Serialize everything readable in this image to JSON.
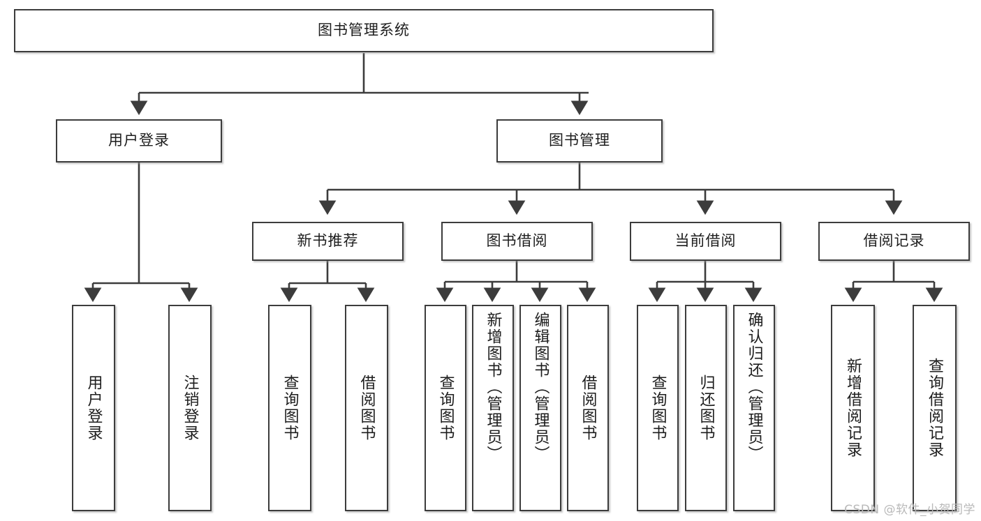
{
  "diagram": {
    "title": "图书管理系统",
    "type": "tree",
    "root": {
      "label": "图书管理系统"
    },
    "level2": [
      {
        "label": "用户登录"
      },
      {
        "label": "图书管理"
      }
    ],
    "level3": [
      {
        "label": "新书推荐"
      },
      {
        "label": "图书借阅"
      },
      {
        "label": "当前借阅"
      },
      {
        "label": "借阅记录"
      }
    ],
    "leaves": {
      "user_login": [
        {
          "label": "用户登录"
        },
        {
          "label": "注销登录"
        }
      ],
      "new_book_recommend": [
        {
          "label": "查询图书"
        },
        {
          "label": "借阅图书"
        }
      ],
      "book_borrow": [
        {
          "label": "查询图书"
        },
        {
          "label": "新增图书（管理员）"
        },
        {
          "label": "编辑图书（管理员）"
        },
        {
          "label": "借阅图书"
        }
      ],
      "current_borrow": [
        {
          "label": "查询图书"
        },
        {
          "label": "归还图书"
        },
        {
          "label": "确认归还（管理员）"
        }
      ],
      "borrow_record": [
        {
          "label": "新增借阅记录"
        },
        {
          "label": "查询借阅记录"
        }
      ]
    }
  },
  "watermark": {
    "text": "CSDN @软件_小贺同学"
  },
  "colors": {
    "stroke": "#3c3c3c",
    "text": "#1d1d1d",
    "background": "#ffffff",
    "watermark": "#b9b9b9"
  }
}
